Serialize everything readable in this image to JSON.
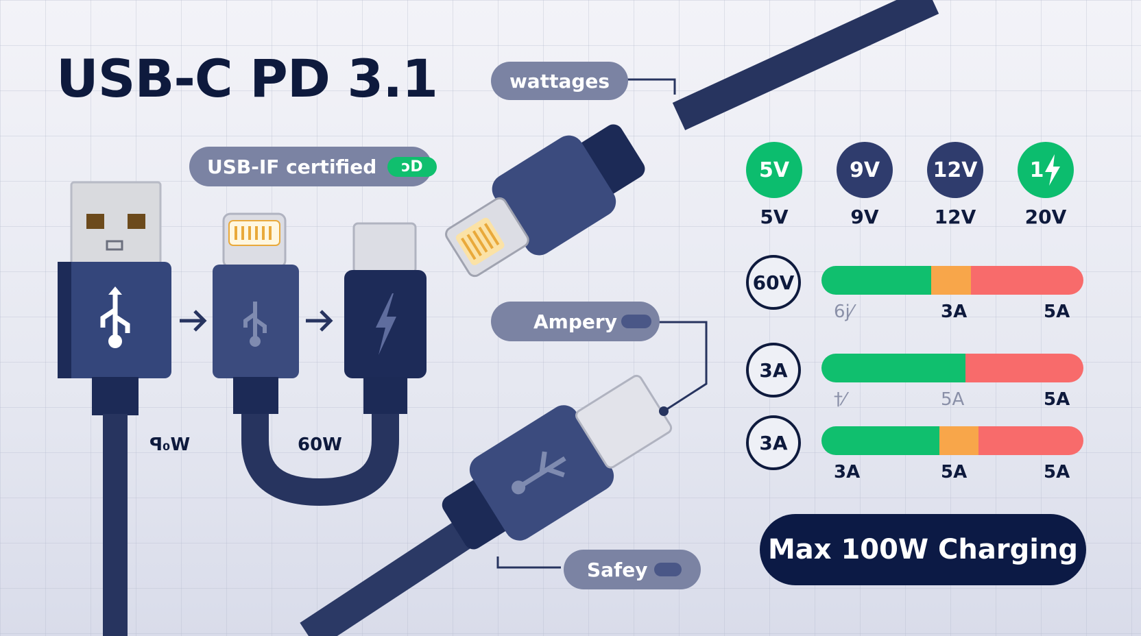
{
  "title": "USB-C PD 3.1",
  "badges": {
    "certified_label": "USB-IF certified",
    "certified_tag": "ɔD",
    "wattages": "wattages",
    "ampery": "Ampery",
    "safety": "Safey"
  },
  "left_wattages": {
    "first": "ꟼ₀W",
    "second": "60W"
  },
  "voltages": [
    {
      "circle": "5V",
      "label": "5V",
      "color": "#0cbd6e"
    },
    {
      "circle": "9V",
      "label": "9V",
      "color": "#2f3c6d"
    },
    {
      "circle": "12V",
      "label": "12V",
      "color": "#2f3c6d"
    },
    {
      "circle": "1",
      "label": "20V",
      "color": "#0cbd6e"
    }
  ],
  "current_rows": [
    {
      "ring": "60V",
      "labels": [
        "6j⁄",
        "3A",
        "5A"
      ],
      "segments": [
        {
          "frac": 0.42,
          "color": "#10bf6e"
        },
        {
          "frac": 0.15,
          "color": "#f8a64a"
        },
        {
          "frac": 0.43,
          "color": "#f86b6b"
        }
      ]
    },
    {
      "ring": "3A",
      "labels": [
        "†⁄",
        "5A",
        "5A"
      ],
      "segments": [
        {
          "frac": 0.55,
          "color": "#10bf6e"
        },
        {
          "frac": 0.45,
          "color": "#f86b6b"
        }
      ]
    },
    {
      "ring": "3A",
      "labels": [
        "3A",
        "5A",
        "5A"
      ],
      "segments": [
        {
          "frac": 0.45,
          "color": "#10bf6e"
        },
        {
          "frac": 0.15,
          "color": "#f8a64a"
        },
        {
          "frac": 0.4,
          "color": "#f86b6b"
        }
      ]
    }
  ],
  "max_charging": "Max 100W Charging"
}
